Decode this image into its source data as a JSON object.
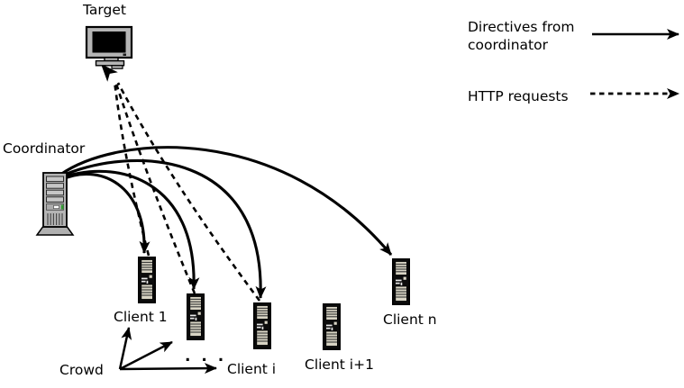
{
  "labels": {
    "target": "Target",
    "coordinator": "Coordinator",
    "client1": "Client 1",
    "client_i": "Client i",
    "client_i_plus_1": "Client i+1",
    "client_n": "Client n",
    "crowd": "Crowd",
    "ellipsis": ". . ."
  },
  "legend": {
    "directives_line1": "Directives from",
    "directives_line2": "coordinator",
    "directives_style": "solid",
    "http_label": "HTTP requests",
    "http_style": "dashed"
  },
  "nodes": [
    {
      "id": "target",
      "label": "Target",
      "icon": "monitor-icon"
    },
    {
      "id": "coordinator",
      "label": "Coordinator",
      "icon": "tower-server-icon"
    },
    {
      "id": "client-1",
      "label": "Client 1",
      "icon": "client-tower-icon"
    },
    {
      "id": "client-2",
      "label": "",
      "icon": "client-tower-icon"
    },
    {
      "id": "client-i",
      "label": "Client i",
      "icon": "client-tower-icon"
    },
    {
      "id": "client-i-plus-1",
      "label": "Client i+1",
      "icon": "client-tower-icon"
    },
    {
      "id": "client-n",
      "label": "Client n",
      "icon": "client-tower-icon"
    }
  ],
  "edges": {
    "directives": [
      {
        "from": "coordinator",
        "to": "client-1"
      },
      {
        "from": "coordinator",
        "to": "client-2"
      },
      {
        "from": "coordinator",
        "to": "client-i"
      },
      {
        "from": "coordinator",
        "to": "client-n"
      }
    ],
    "http_requests": [
      {
        "from": "client-1",
        "to": "target"
      },
      {
        "from": "client-2",
        "to": "target"
      },
      {
        "from": "client-i",
        "to": "target"
      }
    ],
    "crowd_arrows": [
      {
        "from": "crowd",
        "toward": "client-1"
      },
      {
        "from": "crowd",
        "toward": "clients-diagonal"
      },
      {
        "from": "crowd",
        "toward": "client-i"
      }
    ]
  },
  "colors": {
    "line": "#000000",
    "device_gray": "#b5b5b5",
    "device_slot_gray": "#c6c6c6",
    "client_body": "#0c0c0c",
    "client_panel": "#d8d4c4",
    "led_green": "#2f9e2f",
    "background": "#ffffff"
  }
}
